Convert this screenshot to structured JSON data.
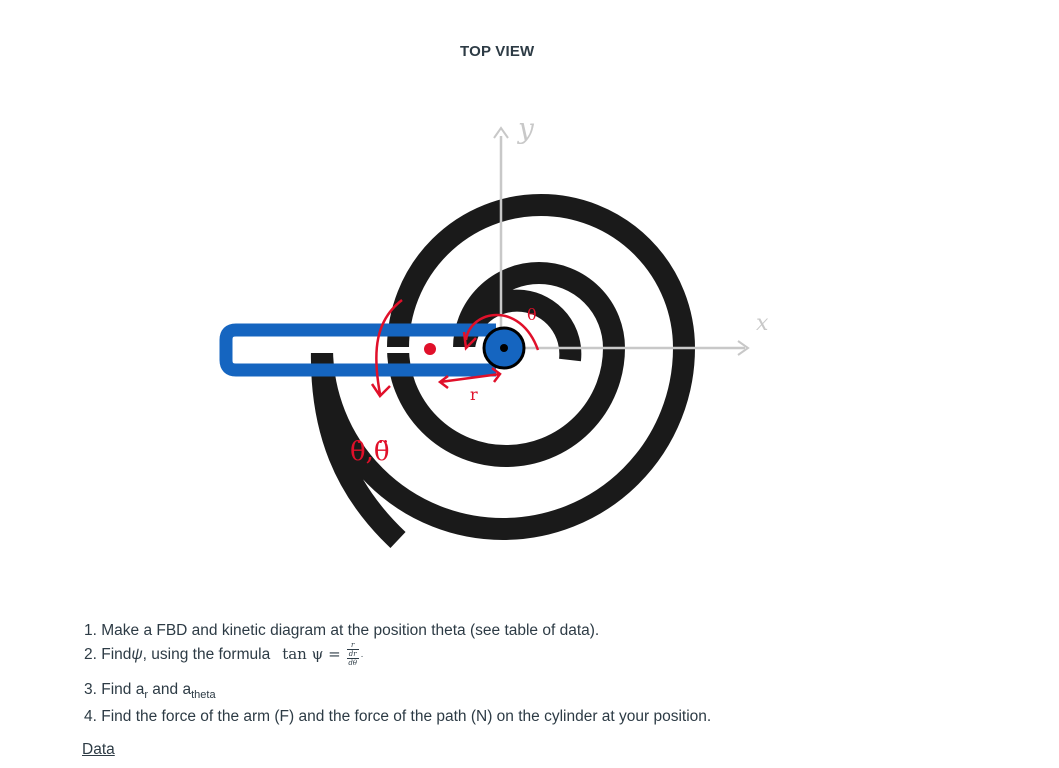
{
  "header": {
    "title": "TOP VIEW"
  },
  "diagram": {
    "y_axis_label": "y",
    "x_axis_label": "x",
    "theta_label": "θ",
    "r_label": "r",
    "theta_dots_label": "θ̇,θ̈",
    "colors": {
      "spiral": "#1a1a1a",
      "arm": "#1565c0",
      "axes": "#c8c8c8",
      "annotation": "#e0102a"
    }
  },
  "questions": {
    "q1": "1. Make a FBD and kinetic diagram at the position theta (see table of data).",
    "q2_prefix": "2. Find ",
    "q2_symbol": "ψ",
    "q2_suffix": ", using the formula",
    "q2_formula_lhs": "tan ψ =",
    "q2_formula_num": "r",
    "q2_formula_den_num": "dr",
    "q2_formula_den_den": "dθ",
    "q2_formula_end": ".",
    "q3_prefix": "3. Find a",
    "q3_sub_r": "r",
    "q3_mid": " and a",
    "q3_sub_theta": "theta",
    "q4": "4. Find the force of the arm (F) and the force of the path (N) on the cylinder at your position."
  },
  "footer": {
    "data_link": "Data"
  }
}
